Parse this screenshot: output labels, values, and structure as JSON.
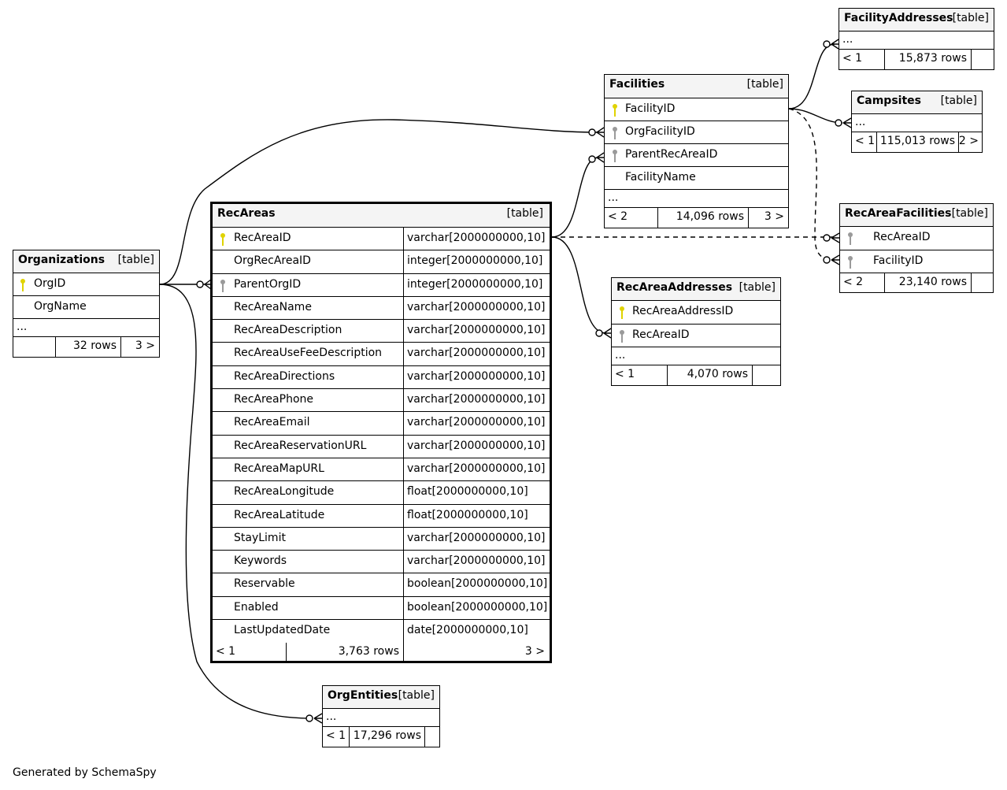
{
  "footer": "Generated by SchemaSpy",
  "colors": {
    "primary_key": "#e0d300",
    "foreign_key": "#9a9a9a",
    "header_bg": "#f4f4f4"
  },
  "tables": {
    "organizations": {
      "name": "Organizations",
      "kind": "[table]",
      "columns": [
        "OrgID",
        "OrgName"
      ],
      "ellipsis": "...",
      "footer": {
        "left": "",
        "rows": "32 rows",
        "right": "3 >"
      }
    },
    "recareas": {
      "name": "RecAreas",
      "kind": "[table]",
      "columns": [
        {
          "name": "RecAreaID",
          "type": "varchar[2000000000,10]"
        },
        {
          "name": "OrgRecAreaID",
          "type": "integer[2000000000,10]"
        },
        {
          "name": "ParentOrgID",
          "type": "integer[2000000000,10]"
        },
        {
          "name": "RecAreaName",
          "type": "varchar[2000000000,10]"
        },
        {
          "name": "RecAreaDescription",
          "type": "varchar[2000000000,10]"
        },
        {
          "name": "RecAreaUseFeeDescription",
          "type": "varchar[2000000000,10]"
        },
        {
          "name": "RecAreaDirections",
          "type": "varchar[2000000000,10]"
        },
        {
          "name": "RecAreaPhone",
          "type": "varchar[2000000000,10]"
        },
        {
          "name": "RecAreaEmail",
          "type": "varchar[2000000000,10]"
        },
        {
          "name": "RecAreaReservationURL",
          "type": "varchar[2000000000,10]"
        },
        {
          "name": "RecAreaMapURL",
          "type": "varchar[2000000000,10]"
        },
        {
          "name": "RecAreaLongitude",
          "type": "float[2000000000,10]"
        },
        {
          "name": "RecAreaLatitude",
          "type": "float[2000000000,10]"
        },
        {
          "name": "StayLimit",
          "type": "varchar[2000000000,10]"
        },
        {
          "name": "Keywords",
          "type": "varchar[2000000000,10]"
        },
        {
          "name": "Reservable",
          "type": "boolean[2000000000,10]"
        },
        {
          "name": "Enabled",
          "type": "boolean[2000000000,10]"
        },
        {
          "name": "LastUpdatedDate",
          "type": "date[2000000000,10]"
        }
      ],
      "footer": {
        "left": "< 1",
        "rows": "3,763 rows",
        "right": "3 >"
      }
    },
    "facilities": {
      "name": "Facilities",
      "kind": "[table]",
      "columns": [
        "FacilityID",
        "OrgFacilityID",
        "ParentRecAreaID",
        "FacilityName"
      ],
      "ellipsis": "...",
      "footer": {
        "left": "< 2",
        "rows": "14,096 rows",
        "right": "3 >"
      }
    },
    "facilityaddresses": {
      "name": "FacilityAddresses",
      "kind": "[table]",
      "ellipsis": "...",
      "footer": {
        "left": "< 1",
        "rows": "15,873 rows",
        "right": ""
      }
    },
    "campsites": {
      "name": "Campsites",
      "kind": "[table]",
      "ellipsis": "...",
      "footer": {
        "left": "< 1",
        "rows": "115,013 rows",
        "right": "2 >"
      }
    },
    "recareafacilities": {
      "name": "RecAreaFacilities",
      "kind": "[table]",
      "columns": [
        "RecAreaID",
        "FacilityID"
      ],
      "footer": {
        "left": "< 2",
        "rows": "23,140 rows",
        "right": ""
      }
    },
    "recareaaddresses": {
      "name": "RecAreaAddresses",
      "kind": "[table]",
      "columns": [
        "RecAreaAddressID",
        "RecAreaID"
      ],
      "ellipsis": "...",
      "footer": {
        "left": "< 1",
        "rows": "4,070 rows",
        "right": ""
      }
    },
    "orgentities": {
      "name": "OrgEntities",
      "kind": "[table]",
      "ellipsis": "...",
      "footer": {
        "left": "< 1",
        "rows": "17,296 rows",
        "right": ""
      }
    }
  }
}
